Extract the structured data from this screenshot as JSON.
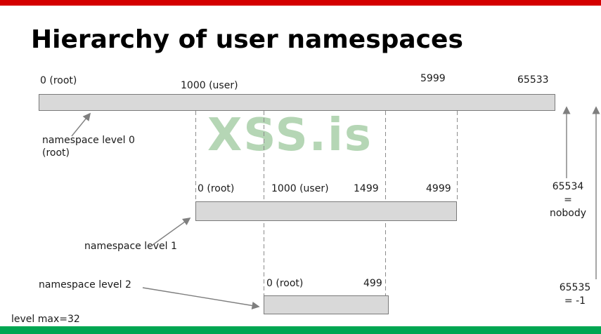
{
  "title": "Hierarchy of user namespaces",
  "watermark": "XSS.is",
  "footer_note": "level max=32",
  "colors": {
    "top_bar": "#d40000",
    "bottom_bar": "#00a651",
    "bar_fill": "#d9d9d9",
    "bar_border": "#7a7a7a",
    "watermark": "#b5d6b5"
  },
  "level0": {
    "caption_line1": "namespace level 0",
    "caption_line2": "(root)",
    "labels": {
      "root": "0 (root)",
      "user": "1000 (user)",
      "n5999": "5999",
      "n65533": "65533"
    }
  },
  "level1": {
    "caption": "namespace level 1",
    "labels": {
      "root": "0 (root)",
      "user": "1000 (user)",
      "n1499": "1499",
      "n4999": "4999"
    }
  },
  "level2": {
    "caption": "namespace level 2",
    "labels": {
      "root": "0 (root)",
      "n499": "499"
    }
  },
  "right_notes": {
    "nobody": {
      "line1": "65534",
      "line2": "=",
      "line3": "nobody"
    },
    "minus_one": {
      "line1": "65535",
      "line2": "= -1"
    }
  }
}
